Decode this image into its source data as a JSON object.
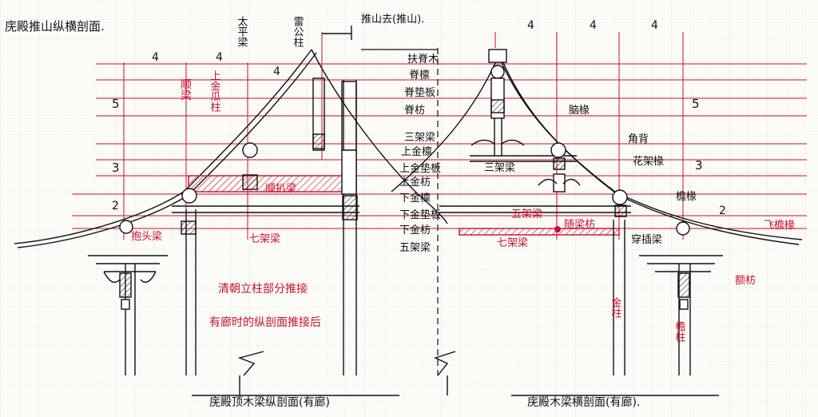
{
  "colors": {
    "ink": "#111111",
    "annotation": "#c8102e",
    "grid": "#dddddd",
    "paper": "#fbfbf8",
    "hatch": "#c8102e"
  },
  "sheet_title": "庑殿推山纵横剖面.",
  "top_note": "推山去(推山).",
  "captions": {
    "left": "庑殿顶木梁纵剖面(有廊)",
    "right": "庑殿木梁横剖面(有廊)."
  },
  "dimensions_left": {
    "top": [
      "4",
      "4",
      "4"
    ],
    "side": [
      "5",
      "3",
      "2"
    ]
  },
  "dimensions_right": {
    "top": [
      "4",
      "4",
      "4"
    ],
    "side": [
      "5",
      "3",
      "2"
    ]
  },
  "labels_left_black": {
    "taipingliang": "太平梁",
    "leigongzhu": "雷公柱",
    "shangjindunzhu": "上金瓜柱"
  },
  "labels_left_red": {
    "shunliang": "顺梁",
    "shunfuliang": "顺扒梁",
    "zhengdian": "七架梁",
    "baotouliang": "抱头梁",
    "qing_note": "清朝立柱部分推接",
    "youlang_note": "有廊时的纵剖面推接后"
  },
  "labels_center_black": {
    "fuji": "扶脊木",
    "jilin": "脊檩",
    "jidianban": "脊垫板",
    "jifang": "脊枋",
    "sanjialiang": "三架梁",
    "shangjinlin": "上金檩",
    "shangjindianban": "上金垫板",
    "shangjinfang": "上金枋",
    "xiajinlin": "下金檩",
    "xiajindianban": "下金垫板",
    "xiajinfang": "下金枋",
    "wujialiang": "五架梁"
  },
  "labels_right": {
    "naochuan": "脑椽",
    "yongduan": "角背",
    "huachuan": "花架椽",
    "sanjialiang2": "三架梁",
    "yanchuan": "檐椽",
    "feiyanchuan": "飞檐椽",
    "wujialiang2": "五架梁",
    "suiliangfang": "随梁枋",
    "qijialiang": "七架梁",
    "chuanchaliang": "穿插梁",
    "e_fang": "额枋",
    "jinzhu": "金柱",
    "yanzhu": "檐柱"
  }
}
